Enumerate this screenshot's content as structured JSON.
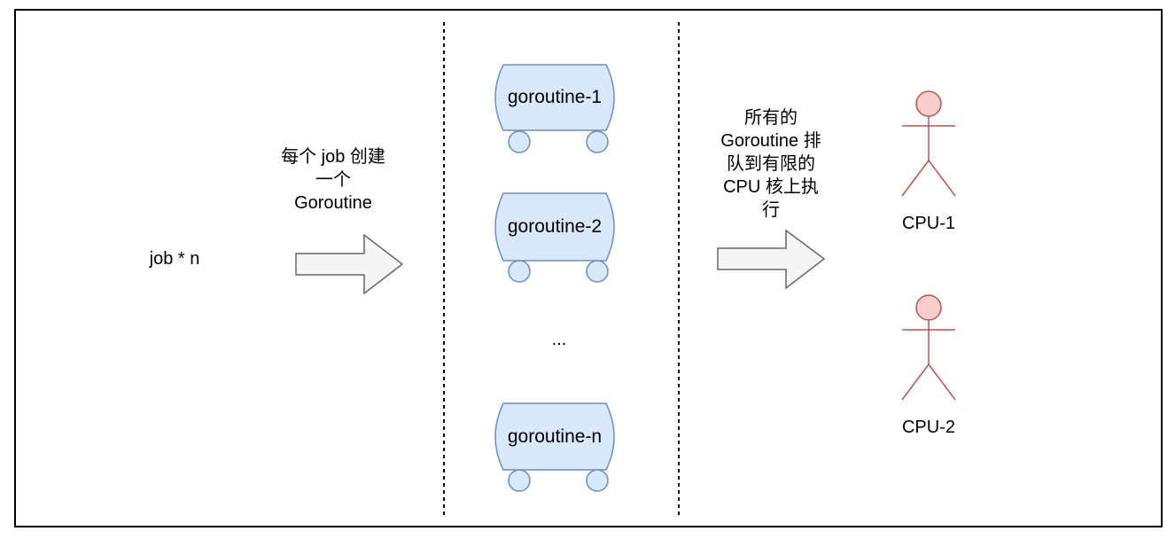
{
  "diagram": {
    "source_label": "job * n",
    "create_note_lines": [
      "每个 job 创建",
      "一个",
      "Goroutine"
    ],
    "goroutines": [
      {
        "label": "goroutine-1"
      },
      {
        "label": "goroutine-2"
      },
      {
        "label": "goroutine-n"
      }
    ],
    "ellipsis": "...",
    "queue_note_lines": [
      "所有的",
      "Goroutine 排",
      "队到有限的",
      "CPU 核上执",
      "行"
    ],
    "cpus": [
      {
        "label": "CPU-1"
      },
      {
        "label": "CPU-2"
      }
    ]
  },
  "colors": {
    "pill_fill": "#dae8fc",
    "pill_stroke": "#6c8ebf",
    "actor_fill": "#f8cecc",
    "actor_stroke": "#b85450",
    "arrow_fill": "#f5f5f5",
    "arrow_stroke": "#666666"
  }
}
